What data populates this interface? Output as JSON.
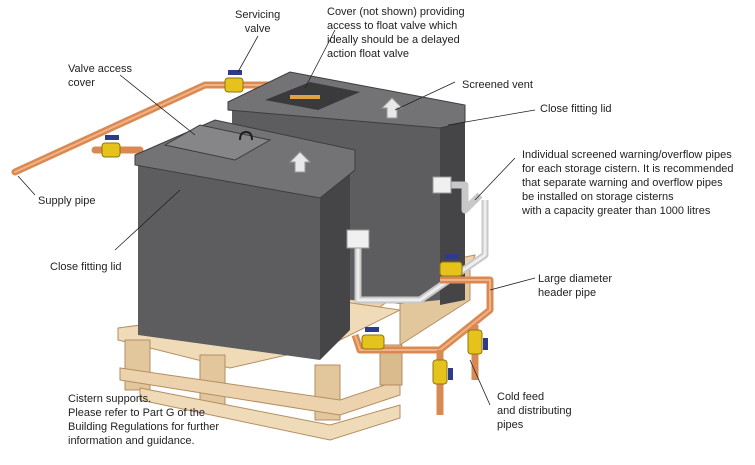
{
  "labels": {
    "servicing_valve": "Servicing\nvalve",
    "cover_float_valve": "Cover (not shown) providing\naccess to float valve which\nideally should be a delayed\naction float valve",
    "valve_access_cover": "Valve access\ncover",
    "screened_vent": "Screened vent",
    "close_fitting_lid_right": "Close fitting lid",
    "supply_pipe": "Supply pipe",
    "warning_overflow": "Individual screened warning/overflow pipes\nfor each storage cistern. It is recommended\nthat separate warning and overflow pipes\nbe installed on storage cisterns\nwith a capacity greater than 1000 litres",
    "close_fitting_lid_left": "Close fitting lid",
    "header_pipe": "Large diameter\nheader pipe",
    "cold_feed": "Cold feed\nand distributing\npipes",
    "cistern_supports": "Cistern supports.\nPlease refer to Part G of the\nBuilding Regulations for further\ninformation and guidance."
  },
  "colors": {
    "cistern": "#5d5d5f",
    "cistern_dark": "#454547",
    "cistern_top": "#737375",
    "copper": "#d98a52",
    "pallet": "#ecd3ad",
    "pallet_dark": "#c9a67b",
    "valve_brass": "#e6c21c",
    "valve_handle": "#2e3a8c",
    "overflow_pipe": "#e2e2e2"
  }
}
